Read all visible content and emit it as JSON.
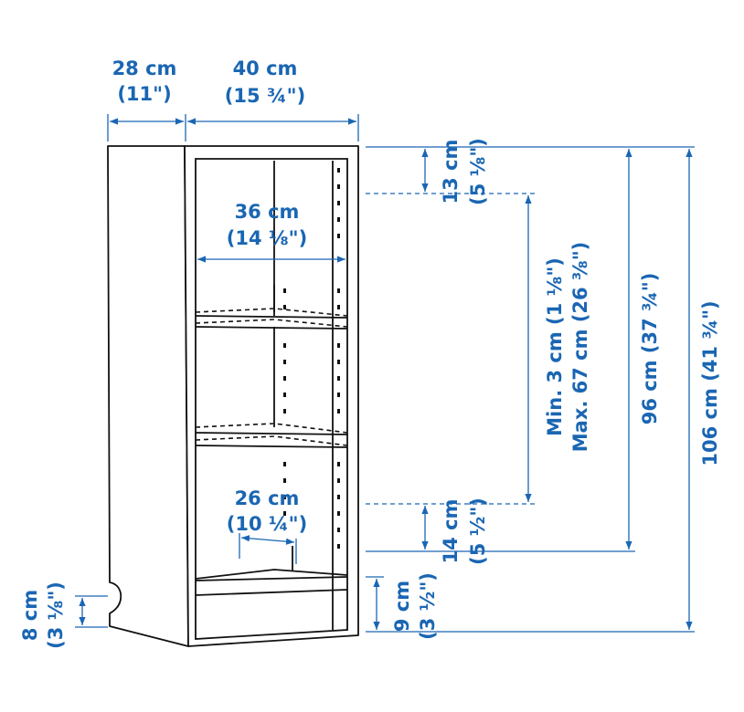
{
  "dimensions": {
    "depth": {
      "metric": "28 cm",
      "imperial": "(11\")"
    },
    "width": {
      "metric": "40 cm",
      "imperial": "(15 ¾\")"
    },
    "top_gap": {
      "metric": "13 cm",
      "imperial": "(5 ⅛\")"
    },
    "inner_width": {
      "metric": "36 cm",
      "imperial": "(14 ⅛\")"
    },
    "shelf_range": {
      "min": "Min. 3 cm (1 ⅛\")",
      "max": "Max. 67 cm (26 ⅜\")"
    },
    "height_to_top_shelf": {
      "label": "96 cm (37 ¾\")"
    },
    "total_height": {
      "label": "106 cm (41 ¾\")"
    },
    "inner_depth": {
      "metric": "26 cm",
      "imperial": "(10 ¼\")"
    },
    "bottom_gap": {
      "metric": "14 cm",
      "imperial": "(5 ½\")"
    },
    "plinth_height": {
      "metric": "9 cm",
      "imperial": "(3 ½\")"
    },
    "foot_height": {
      "metric": "8 cm",
      "imperial": "(3 ⅛\")"
    }
  },
  "colors": {
    "dimension": "#1a66b3",
    "outline": "#111111"
  }
}
